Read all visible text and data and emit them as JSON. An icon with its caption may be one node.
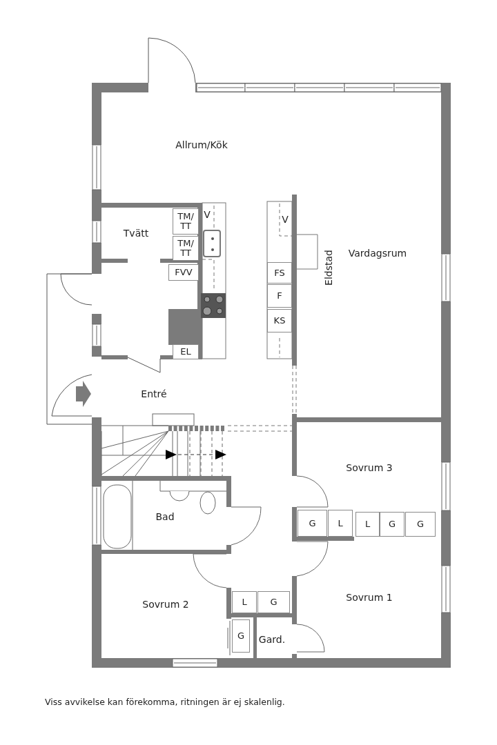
{
  "diagram": {
    "caption": "Viss avvikelse kan förekomma, ritningen är ej skalenlig.",
    "nodes": [
      {
        "text": [
          "TM/ TT"
        ]
      },
      {
        "text": [
          "TM/ TT"
        ]
      },
      {
        "text": [
          "FVV"
        ]
      },
      {
        "text": [
          "FS"
        ]
      },
      {
        "text": [
          "F"
        ]
      },
      {
        "text": [
          "KS"
        ]
      },
      {
        "text": [
          "EL"
        ]
      },
      {
        "text": [
          "G"
        ]
      },
      {
        "text": [
          "L"
        ]
      },
      {
        "text": [
          "L"
        ]
      },
      {
        "text": [
          "G"
        ]
      },
      {
        "text": [
          "G"
        ]
      },
      {
        "text": [
          "L"
        ]
      },
      {
        "text": [
          "G"
        ]
      },
      {
        "text": [
          "G"
        ]
      }
    ],
    "labels": [
      "Allrum/Kök",
      "Tvätt",
      "V",
      "V",
      "Vardagsrum",
      "Eldstad",
      "Entré",
      "Sovrum 3",
      "Bad",
      "Sovrum 2",
      "Sovrum 1",
      "Gard."
    ]
  }
}
